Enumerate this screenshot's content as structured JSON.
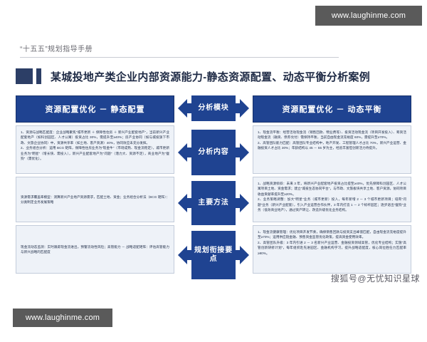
{
  "watermarks": {
    "top_right": "www.laughinme.com",
    "bottom_left": "www.laughinme.com",
    "sohu": "搜狐号@无忧知识星球"
  },
  "header": {
    "kicker": "“十五五”规划指导手册",
    "title": "某城投地产类企业内部资源能力-静态资源配置、动态平衡分析案例"
  },
  "diagram": {
    "left_column": {
      "heading": "资源配置优化 － 静态配置",
      "panels": [
        "1、资源与战略匹配度：企业战略聚焦“城市更新 ＋ 保障性住房 ＋ 新兴产业配套地产”，当前新兴产业配套地产（如科创园区、人才公寓）投资占比 30%，需提升至≥40%；房产业协同（如与城投旗下市政、文旅企业协同）中，资源共享率（如土地、客户资源）40%，协同效应未充分发挥。\n2、业务组合分析：运用 BCG 矩阵，保障性住房业务为“现金牛”（市场成熟、现金流稳定），城市更新业务为“明星”（增长快、需投入），新兴产业配套地产为“问题”（潜力大、资源不足），商业地产为“瘦狗”（需优化）。",
        "资源需求覆盖率模型：测算新兴产业地产资源需求，匹配土地、资金；业务组合分析法（BCG 矩阵）：分类制定业务发展策略",
        "现金流动态监测：实时跟踪现金流进出，预警流动性风险；高管能力 － 战略适配矩阵：评估高管能力与新兴战略的匹配度"
      ]
    },
    "center_labels": [
      "分析模块",
      "分析内容",
      "主要方法",
      "规划衔接要点"
    ],
    "right_column": {
      "heading": "资源配置优化 － 动态平衡",
      "panels": [
        "1、现金流平衡：经营活动现金流（销售回款、物业费等）、投资活动现金流（项目开发投入）、筹资活动现金流（融资、债券兑付）需保持平衡，当前自由现金流充裕度 60%，需提升至≥70%。\n2、高管团队能力匹配：高管团队专业结构中，地产开发、工程管理人才占比 70%，新兴产业运营、金融投资人才占比 30%；年龄结构以 45 － 55 岁为主，经验丰富但创新活力待提升。",
        "1、战略资源倾斜：未来 3 年，将新兴产业配套地产投资占比提至≥40%，优先保障科创园区、人才公寓项目土地、资金需求；建立“城投生态协同平台”，与市政、文旅板块共享土地、客户资源，协同项目收益贡献率提升至≥20%。\n2、业务策略调整：加大“明星”业务（城市更新）投入，每年新增 2 － 3 个城市更新项目；培育“问题”业务（新兴产业配套），引入产业运营合作伙伴，3 年内打造 1 － 2 个标杆园区；逐步退出“瘦狗”业务（低效商业地产），通过资产转让、改造升级优化业务结构。",
        "1、现金流健康管理：优化项目开发节奏，确保销售回款与投资支出峰值匹配，自由现金流充裕度提升至≥70%；运用供应链金融、预售资金监管优化政策，提高资金使用效率。\n2、高管团队升级：3 年内引进 2 － 3 名新兴产业运营、金融投资领域高管，优化专业结构；实施“高管创新研修计划”，每年组织赴先进园区、金融机构学习，提升战略适配度，核心岗位胜任力匹配率≥90%。"
      ]
    }
  }
}
